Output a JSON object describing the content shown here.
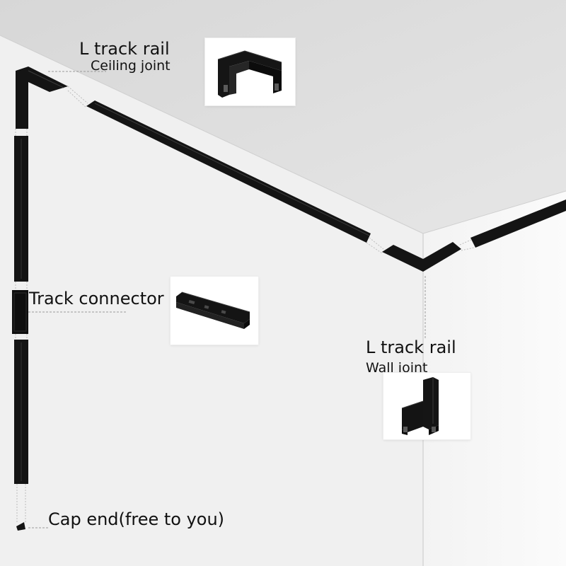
{
  "labels": {
    "ceiling_joint": {
      "title": "L track rail",
      "subtitle": "Ceiling joint"
    },
    "track_connector": {
      "title": "Track connector"
    },
    "wall_joint": {
      "title": "L track rail",
      "subtitle": "Wall joint"
    },
    "cap_end": {
      "title": "Cap end(free to you)"
    }
  },
  "colors": {
    "track": "#141414",
    "ceiling": "#dedede",
    "left_wall": "#f1f1f1",
    "right_wall": "#f7f7f7",
    "leader_line": "#9a9a9a"
  }
}
